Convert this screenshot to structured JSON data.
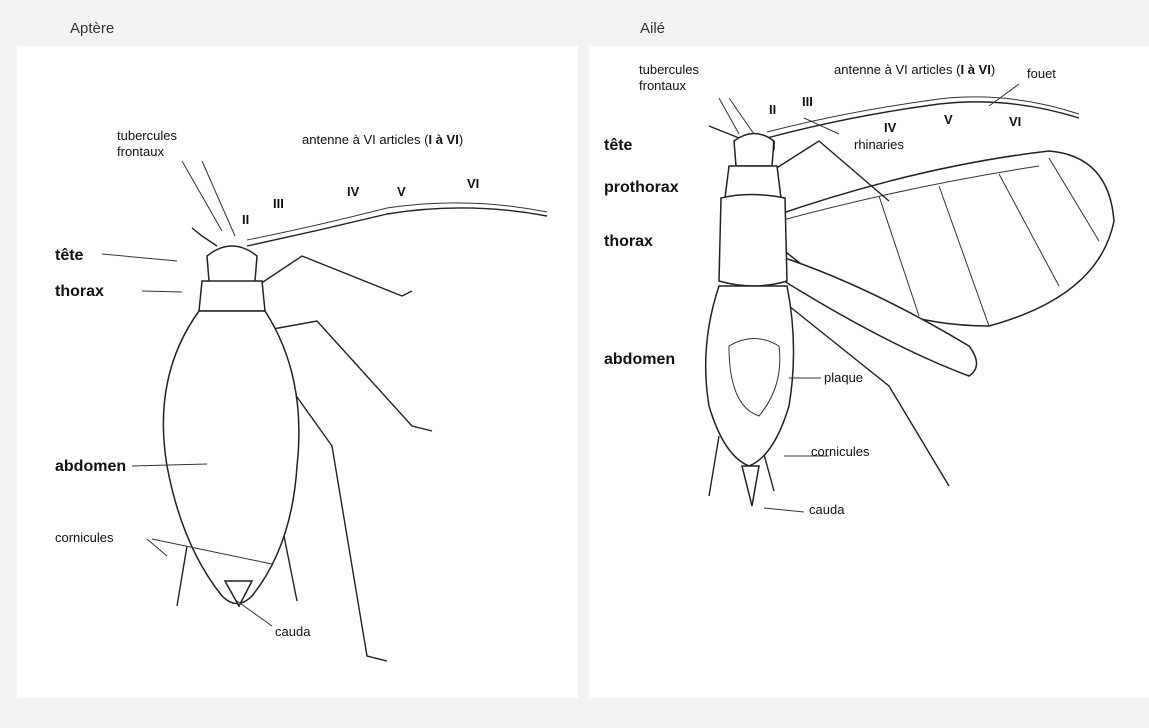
{
  "left": {
    "title": "Aptère",
    "labels": {
      "tubercules": "tubercules",
      "frontaux": "frontaux",
      "antenne_pre": "antenne à VI articles (",
      "antenne_bold": "I à VI",
      "antenne_post": ")",
      "II": "II",
      "III": "III",
      "IV": "IV",
      "V": "V",
      "VI": "VI",
      "tete": "tête",
      "thorax": "thorax",
      "abdomen": "abdomen",
      "cornicules": "cornicules",
      "cauda": "cauda"
    }
  },
  "right": {
    "title": "Ailé",
    "labels": {
      "tubercules": "tubercules",
      "frontaux": "frontaux",
      "antenne_pre": "antenne à VI articles (",
      "antenne_bold": "I à VI",
      "antenne_post": ")",
      "fouet": "fouet",
      "I": "I",
      "II": "II",
      "III": "III",
      "IV": "IV",
      "V": "V",
      "VI": "VI",
      "rhinaries": "rhinaries",
      "tete": "tête",
      "prothorax": "prothorax",
      "thorax": "thorax",
      "abdomen": "abdomen",
      "plaque": "plaque",
      "cornicules": "cornicules",
      "cauda": "cauda"
    }
  }
}
